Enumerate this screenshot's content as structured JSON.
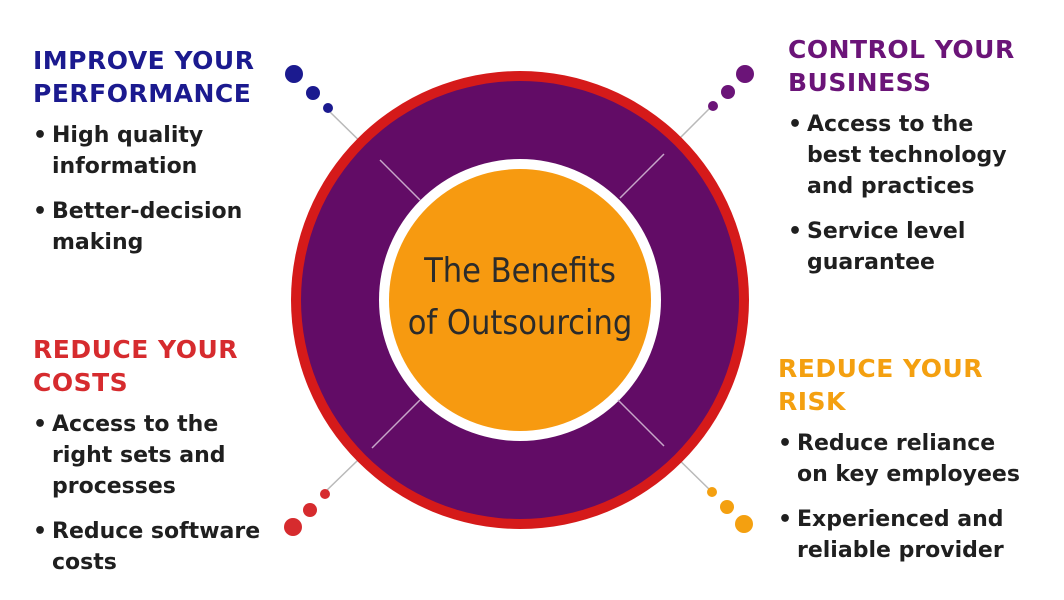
{
  "center": {
    "line1": "The Benefits",
    "line2": "of Outsourcing"
  },
  "colors": {
    "navy": "#1b1a8f",
    "purple": "#6b1478",
    "red": "#d62b2e",
    "orange": "#f4a010",
    "ring_purple": "#620c66",
    "ring_red": "#d51a1a",
    "center_orange": "#f79a10"
  },
  "sections": {
    "top_left": {
      "title_line1": "IMPROVE YOUR",
      "title_line2": "PERFORMANCE",
      "bullets": [
        [
          "High quality",
          "information"
        ],
        [
          "Better-decision",
          "making"
        ]
      ]
    },
    "top_right": {
      "title_line1": "CONTROL YOUR",
      "title_line2": "BUSINESS",
      "bullets": [
        [
          "Access to the",
          "best technology",
          "and practices"
        ],
        [
          "Service level",
          "guarantee"
        ]
      ]
    },
    "bottom_left": {
      "title_line1": "REDUCE YOUR",
      "title_line2": "COSTS",
      "bullets": [
        [
          "Access to the",
          "right sets and",
          "processes"
        ],
        [
          "Reduce software",
          "costs"
        ]
      ]
    },
    "bottom_right": {
      "title_line1": "REDUCE YOUR RISK",
      "bullets": [
        [
          "Reduce reliance",
          "on key employees"
        ],
        [
          "Experienced and",
          "reliable provider"
        ]
      ]
    }
  }
}
